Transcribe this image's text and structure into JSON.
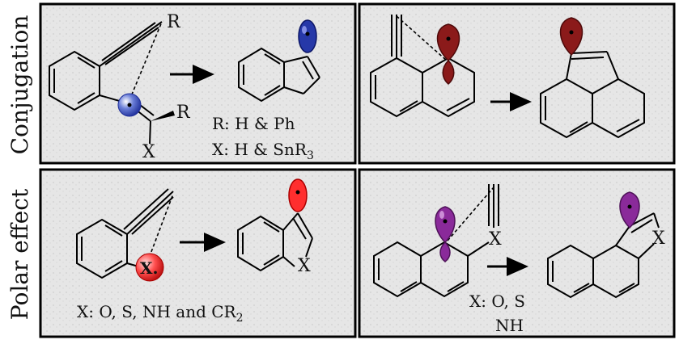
{
  "side_labels": {
    "top": "Conjugation",
    "bottom": "Polar effect"
  },
  "panel1": {
    "substituent_r": "R",
    "vinyl_r": "R",
    "vinyl_x": "X",
    "note_r": "R: H & Ph",
    "note_x": "X: H & SnR",
    "note_x_sub": "3"
  },
  "panel3": {
    "radical_atom": "X.",
    "product_atom": "X",
    "note": "X: O, S, NH and CR",
    "note_sub": "2"
  },
  "panel4": {
    "linker_atom": "X",
    "product_atom": "X",
    "note_line1": "X: O, S",
    "note_line2": "NH"
  },
  "colors": {
    "blue_orbital": "#1f2f9a",
    "maroon_orbital": "#8b1a1a",
    "red_orbital": "#e31b1b",
    "purple_orbital": "#8a2a9a",
    "panel_fill": "#e4e4e4"
  }
}
